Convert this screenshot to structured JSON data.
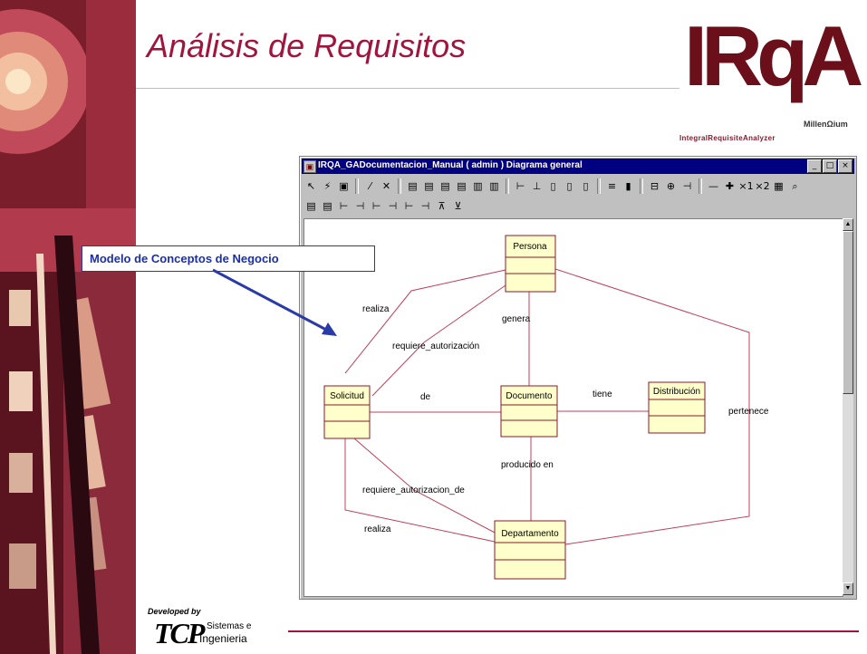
{
  "slide": {
    "title": "Análisis de Requisitos",
    "callout_text": "Modelo de Conceptos de Negocio"
  },
  "logo": {
    "name": "IRqA",
    "company": "MillenΩium",
    "tagline": "IntegralRequisiteAnalyzer"
  },
  "footer": {
    "developed_by": "Developed by",
    "company_short": "TCP",
    "company_line1": "Sistemas e",
    "company_line2": "Ingenieria"
  },
  "window": {
    "title": "IRQA_GADocumentacion_Manual ( admin ) Diagrama general",
    "minimize_label": "_",
    "maximize_label": "□",
    "close_label": "×"
  },
  "toolbar": {
    "row1": [
      "↖",
      "⚡",
      "▣",
      "⁄",
      "✕",
      "▤",
      "▤",
      "▤",
      "▤",
      "▥",
      "▥",
      "⊢",
      "⊥",
      "▯",
      "▯",
      "▯",
      "≡",
      "▮",
      "⊟",
      "⊕",
      "⊣",
      "—",
      "✚",
      "×1",
      "×2",
      "▦",
      "⌕"
    ],
    "row2": [
      "▤",
      "▤",
      "⊢",
      "⊣",
      "⊢",
      "⊣",
      "⊢",
      "⊣",
      "⊼",
      "⊻"
    ]
  },
  "diagram": {
    "classes": [
      {
        "id": "persona",
        "name": "Persona"
      },
      {
        "id": "solicitud",
        "name": "Solicitud"
      },
      {
        "id": "documento",
        "name": "Documento"
      },
      {
        "id": "distribucion",
        "name": "Distribución"
      },
      {
        "id": "departamento",
        "name": "Departamento"
      }
    ],
    "relations": [
      {
        "id": "realiza-top",
        "label": "realiza"
      },
      {
        "id": "requiere-autorizacion",
        "label": "requiere_autorización"
      },
      {
        "id": "genera",
        "label": "genera"
      },
      {
        "id": "de",
        "label": "de"
      },
      {
        "id": "tiene",
        "label": "tiene"
      },
      {
        "id": "pertenece",
        "label": "pertenece"
      },
      {
        "id": "producido-en",
        "label": "producido en"
      },
      {
        "id": "requiere-autorizacion-de",
        "label": "requiere_autorizacion_de"
      },
      {
        "id": "realiza-bottom",
        "label": "realiza"
      }
    ]
  }
}
